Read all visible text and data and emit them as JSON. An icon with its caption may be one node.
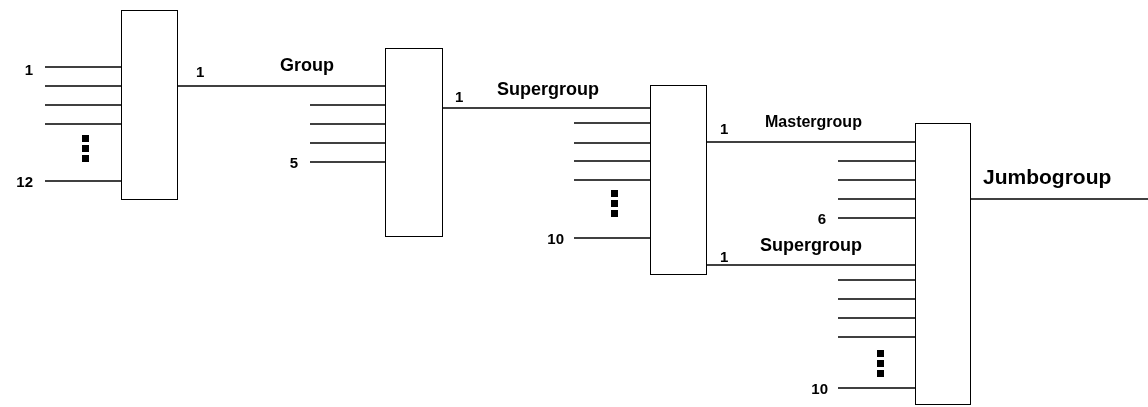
{
  "diagram": {
    "nodes": [
      {
        "text": [],
        "shape": "box"
      },
      {
        "text": [],
        "shape": "box"
      },
      {
        "text": [],
        "shape": "box"
      },
      {
        "text": [],
        "shape": "box"
      }
    ],
    "edges": [
      {
        "from": 0,
        "to": 1,
        "arrow": "none"
      },
      {
        "from": 1,
        "to": 2,
        "arrow": "none"
      },
      {
        "from": 2,
        "to": 3,
        "arrow": "none"
      },
      {
        "from": 2,
        "to": 3,
        "arrow": "none"
      },
      {
        "from": 3,
        "to": null,
        "arrow": "none"
      },
      {
        "from": null,
        "to": 0,
        "arrow": "none"
      },
      {
        "from": null,
        "to": 0,
        "arrow": "none"
      },
      {
        "from": null,
        "to": 0,
        "arrow": "none"
      },
      {
        "from": null,
        "to": 0,
        "arrow": "none"
      },
      {
        "from": null,
        "to": 0,
        "arrow": "none"
      },
      {
        "from": null,
        "to": 1,
        "arrow": "none"
      },
      {
        "from": null,
        "to": 1,
        "arrow": "none"
      },
      {
        "from": null,
        "to": 1,
        "arrow": "none"
      },
      {
        "from": null,
        "to": 1,
        "arrow": "none"
      },
      {
        "from": null,
        "to": 2,
        "arrow": "none"
      },
      {
        "from": null,
        "to": 2,
        "arrow": "none"
      },
      {
        "from": null,
        "to": 2,
        "arrow": "none"
      },
      {
        "from": null,
        "to": 2,
        "arrow": "none"
      },
      {
        "from": null,
        "to": 2,
        "arrow": "none"
      },
      {
        "from": null,
        "to": 3,
        "arrow": "none"
      },
      {
        "from": null,
        "to": 3,
        "arrow": "none"
      },
      {
        "from": null,
        "to": 3,
        "arrow": "none"
      },
      {
        "from": null,
        "to": 3,
        "arrow": "none"
      },
      {
        "from": null,
        "to": 3,
        "arrow": "none"
      },
      {
        "from": null,
        "to": 3,
        "arrow": "none"
      },
      {
        "from": null,
        "to": 3,
        "arrow": "none"
      },
      {
        "from": null,
        "to": 3,
        "arrow": "none"
      },
      {
        "from": null,
        "to": 3,
        "arrow": "none"
      }
    ],
    "labels": [
      "1",
      "12",
      "1",
      "Group",
      "5",
      "1",
      "Supergroup",
      "10",
      "1",
      "Mastergroup",
      "6",
      "1",
      "Supergroup",
      "10",
      "Jumbogroup"
    ]
  }
}
